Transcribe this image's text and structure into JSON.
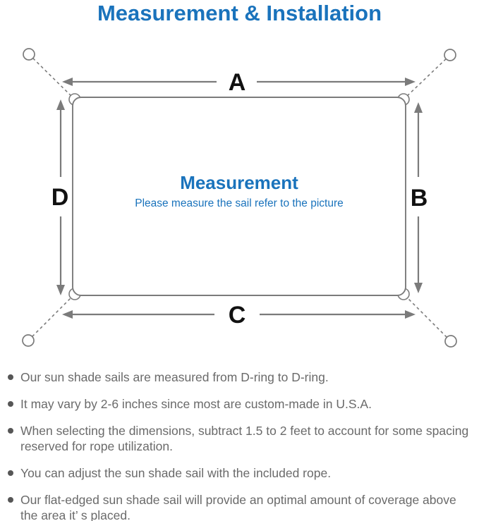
{
  "title": "Measurement & Installation",
  "diagram": {
    "labels": {
      "a": "A",
      "b": "B",
      "c": "C",
      "d": "D"
    },
    "center_heading": "Measurement",
    "center_subtitle": "Please measure the sail refer to the picture"
  },
  "notes": {
    "items": [
      "Our sun shade sails are measured from D-ring to D-ring.",
      "It may vary by 2-6 inches since most are custom-made in U.S.A.",
      "When selecting the dimensions, subtract 1.5 to 2 feet to account for some spacing reserved for rope utilization.",
      "You can adjust the sun shade sail with the included rope.",
      "Our flat-edged sun shade sail will provide an optimal amount of coverage above the area it’ s placed."
    ]
  },
  "colors": {
    "accent_blue": "#1a73bc",
    "diagram_line_gray": "#7b7b7b",
    "note_text_gray": "#6a6a6a",
    "dimension_label_black": "#111111"
  }
}
